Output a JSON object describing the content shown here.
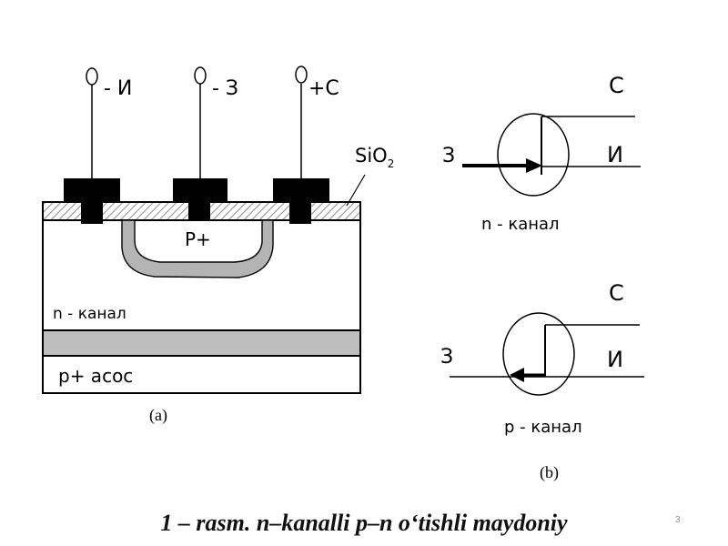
{
  "figure_a": {
    "terminals": [
      "- И",
      "- З",
      "+С"
    ],
    "oxide_label": "SiO",
    "oxide_subscript": "2",
    "p_region_label": "P+",
    "channel_label": "n - канал",
    "substrate_label": "p+ асос",
    "panel_label": "(a)"
  },
  "figure_b": {
    "n_channel": {
      "drain": "С",
      "gate": "З",
      "source": "И",
      "label": "n - канал"
    },
    "p_channel": {
      "drain": "С",
      "gate": "З",
      "source": "И",
      "label": "p - канал"
    },
    "panel_label": "(b)"
  },
  "caption": {
    "line1": "1 – rasm. n–kanalli p–n o‘tishli maydoniy"
  },
  "slide_number": "3",
  "colors": {
    "ink": "#000000",
    "p_region_gray": "#b4b4b4",
    "buried_layer_gray": "#bdbdbd",
    "oxide_hatch": "#8c8c8c"
  }
}
